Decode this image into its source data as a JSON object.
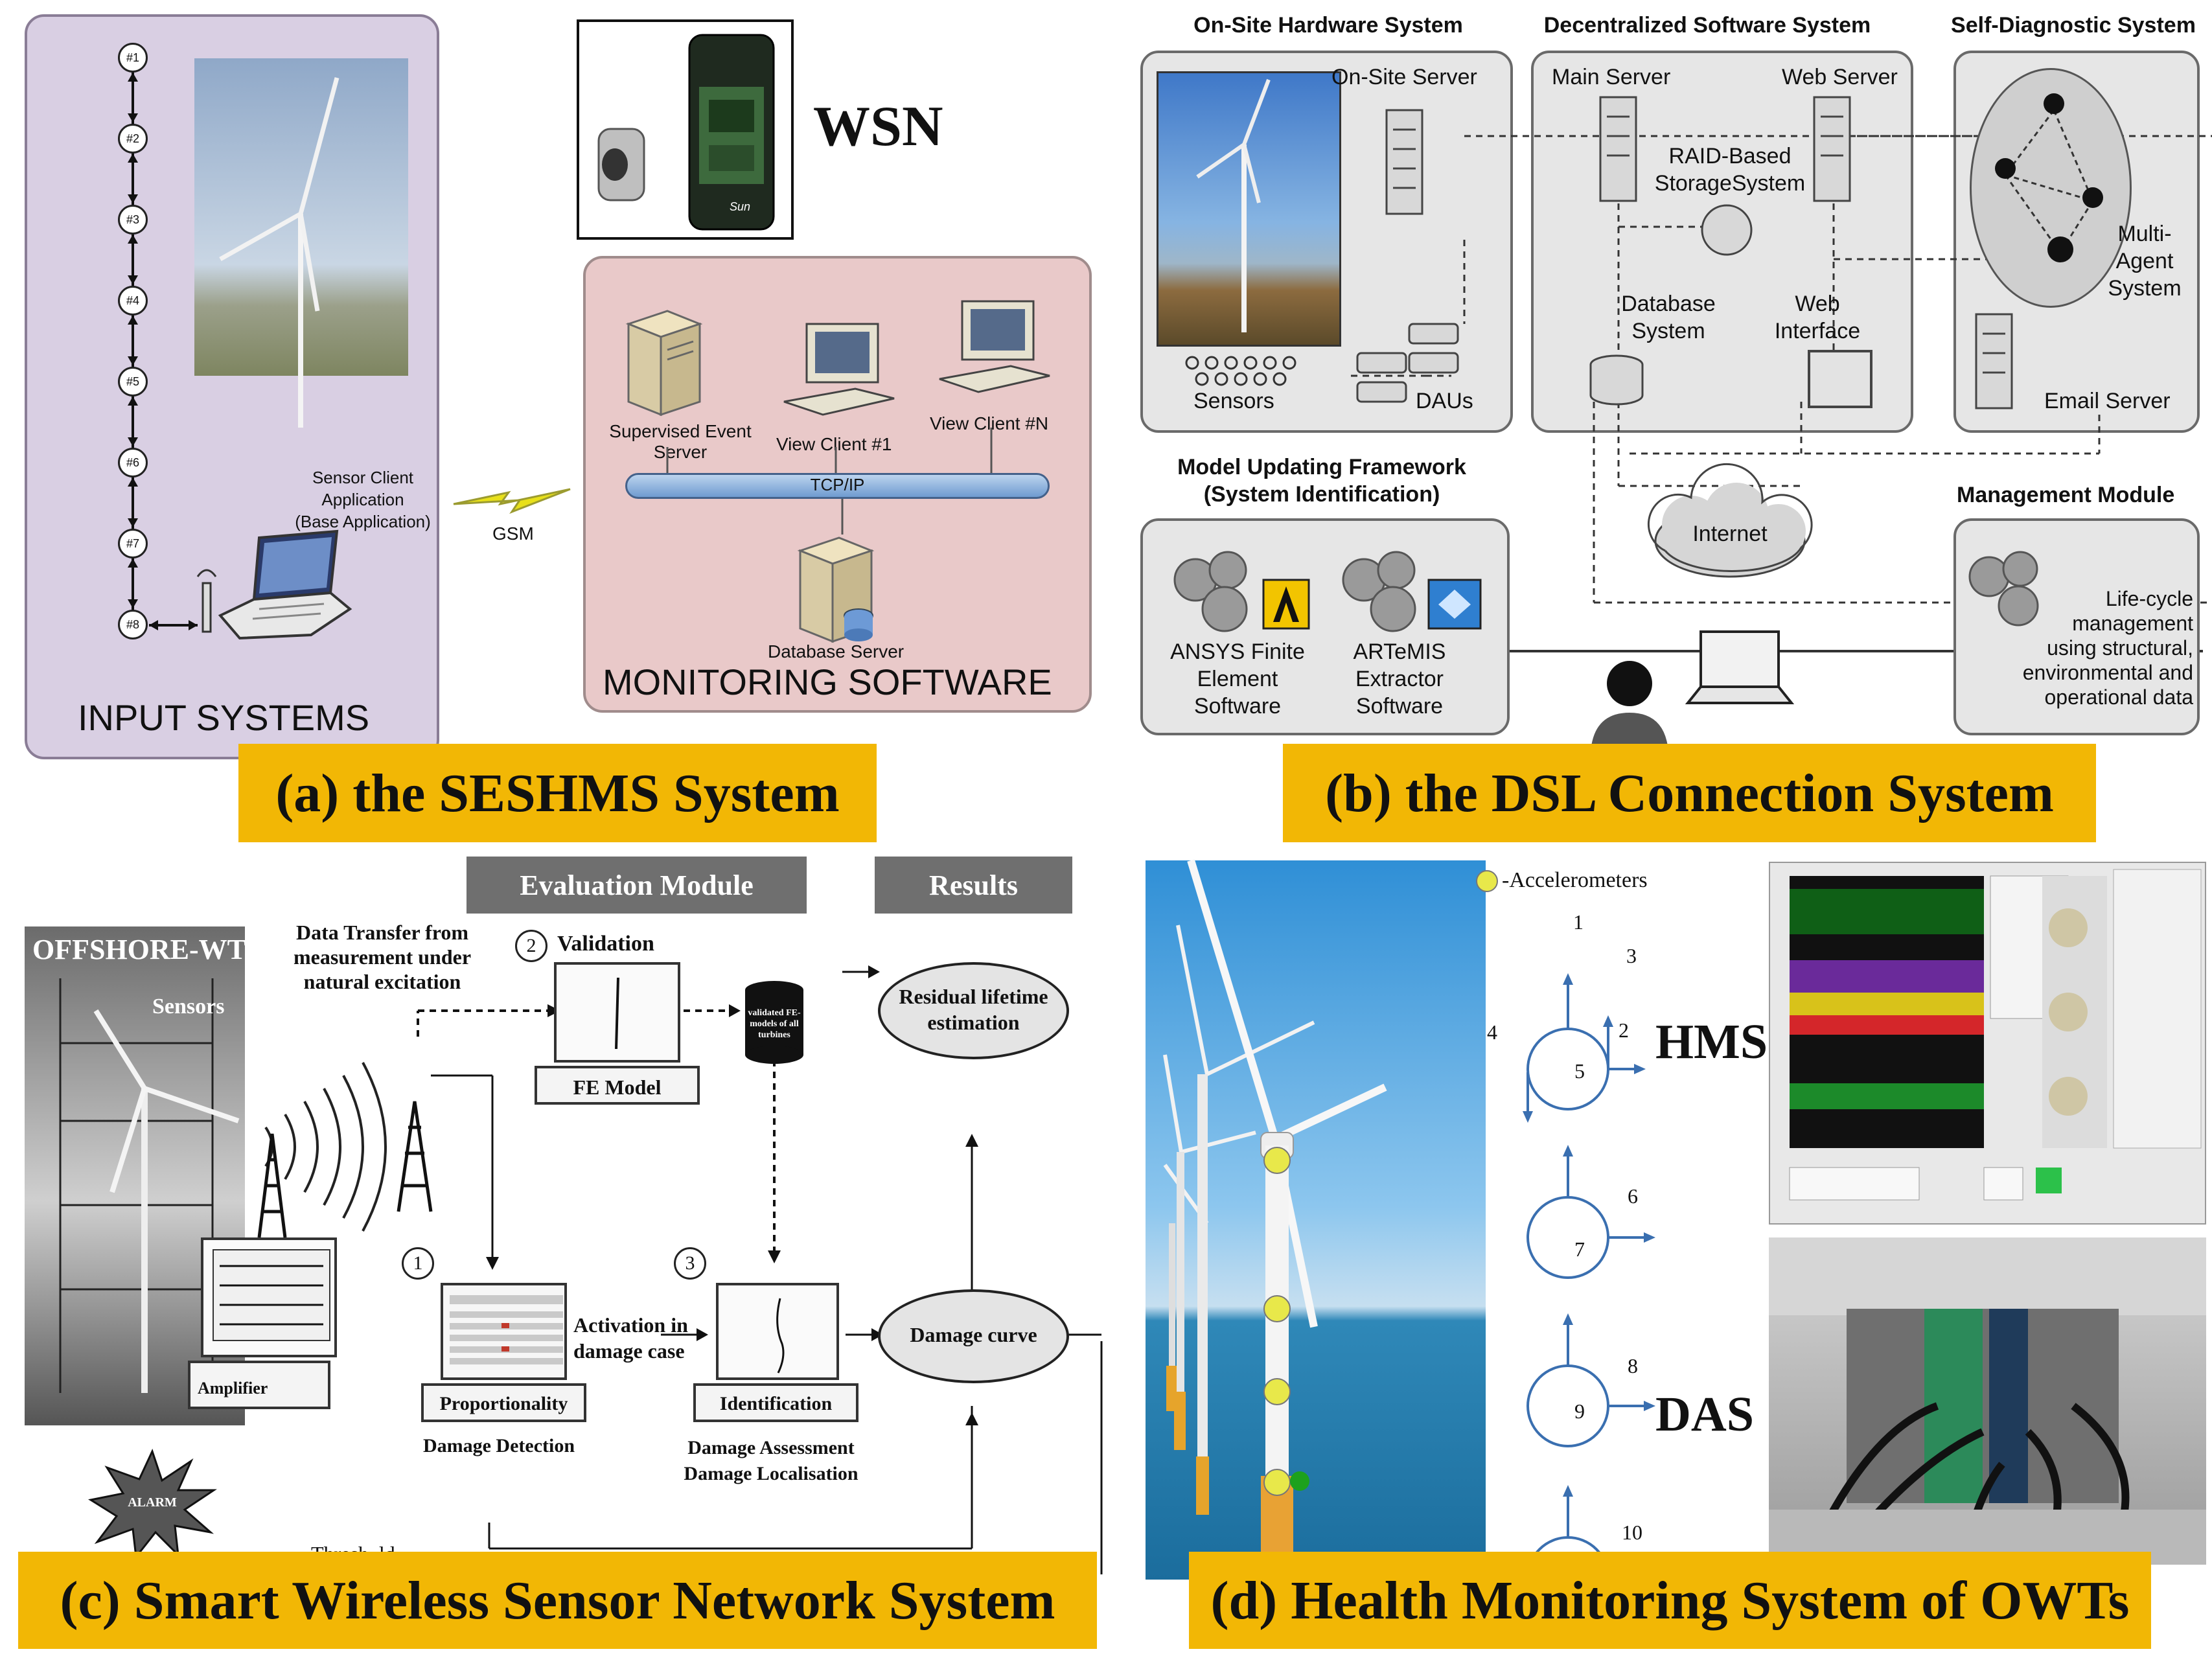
{
  "colors": {
    "caption_bg": "#f2b705",
    "panel_a_bg": "#d9cfe3",
    "panel_a_monitor_bg": "#e9c9c9",
    "panel_b_box": "#e6e6e6",
    "tcp_bar": "#7ea9d8"
  },
  "panel_a": {
    "nodes": [
      "#1",
      "#2",
      "#3",
      "#4",
      "#5",
      "#6",
      "#7",
      "#8"
    ],
    "sensor_client": "Sensor Client\nApplication\n(Base Application)",
    "gsm": "GSM",
    "input_systems": "INPUT SYSTEMS",
    "wsn": "WSN",
    "sun_logo": "Sun",
    "supervised": "Supervised Event\nServer",
    "view1": "View Client #1",
    "viewN": "View Client #N",
    "tcpip": "TCP/IP",
    "db_server": "Database Server",
    "monitoring": "MONITORING SOFTWARE",
    "caption": "(a) the SESHMS System"
  },
  "panel_b": {
    "h_onsite": "On-Site Hardware System",
    "h_decentral": "Decentralized Software System",
    "h_selfdiag": "Self-Diagnostic System",
    "onsite_server": "On-Site Server",
    "sensors": "Sensors",
    "daus": "DAUs",
    "main_server": "Main Server",
    "web_server": "Web Server",
    "raid": "RAID-Based\nStorageSystem",
    "database": "Database\nSystem",
    "web_interface": "Web\nInterface",
    "multi_agent": "Multi-\nAgent\nSystem",
    "email_server": "Email Server",
    "h_model": "Model Updating Framework\n(System Identification)",
    "h_management": "Management Module",
    "internet": "Internet",
    "ansys": "ANSYS Finite\nElement\nSoftware",
    "artemis": "ARTeMIS\nExtractor\nSoftware",
    "lifecycle": "Life-cycle\nmanagement\nusing structural,\nenvironmental and\noperational data",
    "caption": "(b) the DSL Connection System"
  },
  "panel_c": {
    "eval_module": "Evaluation Module",
    "results": "Results",
    "offshore": "OFFSHORE-WT",
    "sensors": "Sensors",
    "data_transfer": "Data Transfer from\nmeasurement under\nnatural excitation",
    "n2": "2",
    "validation": "Validation",
    "fe_model": "FE Model",
    "validated": "validated FE-\nmodels of all\nturbines",
    "residual": "Residual lifetime\nestimation",
    "n1": "1",
    "proportionality": "Proportionality",
    "damage_detection": "Damage Detection",
    "activation": "Activation in\ndamage case",
    "n3": "3",
    "identification": "Identification",
    "damage_assess": "Damage Assessment\nDamage Localisation",
    "damage_curve": "Damage curve",
    "amplifier": "Amplifier",
    "alarm": "ALARM",
    "threshold": "Thresh..ld",
    "caption": "(c) Smart Wireless Sensor Network System"
  },
  "panel_d": {
    "accelerometers": "-Accelerometers",
    "nums": [
      "1",
      "2",
      "3",
      "4",
      "5",
      "6",
      "7",
      "8",
      "9",
      "10"
    ],
    "hms": "HMS",
    "das": "DAS",
    "caption": "(d) Health Monitoring System of OWTs"
  }
}
